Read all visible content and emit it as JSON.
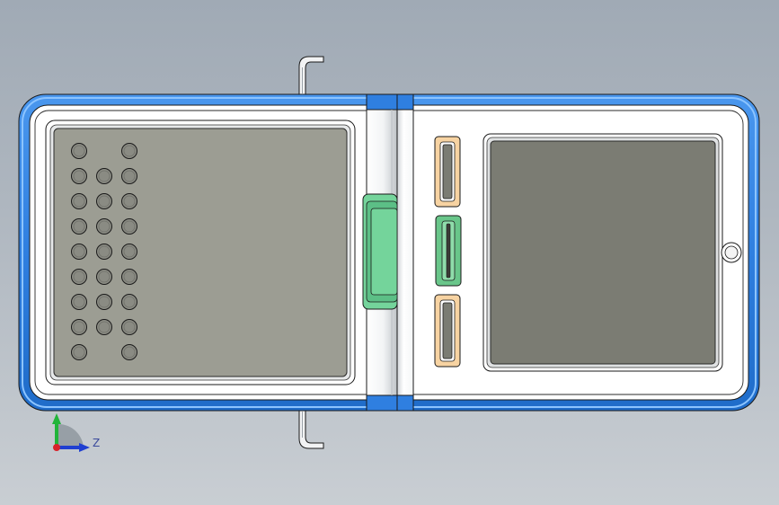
{
  "viewport": {
    "background": "#a9b2bc"
  },
  "colors": {
    "outline": "#1a1a1a",
    "frame_blue": "#2f7fe0",
    "frame_blue_light": "#6fb6ff",
    "body_white": "#ffffff",
    "bevel_grey": "#d8dcdf",
    "panel_left": "#9c9d93",
    "panel_right": "#7b7c73",
    "clip_green": "#74d49b",
    "slot_orange": "#f7d3a2",
    "slot_green": "#69c68a",
    "hole_grey": "#8a8b83"
  },
  "grid": {
    "hole_rows": [
      [
        1,
        0,
        1
      ],
      [
        1,
        1,
        1
      ],
      [
        1,
        1,
        1
      ],
      [
        1,
        1,
        1
      ],
      [
        1,
        1,
        1
      ],
      [
        1,
        1,
        1
      ],
      [
        1,
        1,
        1
      ],
      [
        1,
        1,
        1
      ],
      [
        1,
        0,
        1
      ]
    ]
  },
  "slots": [
    {
      "name": "top-slot",
      "color": "slot_orange"
    },
    {
      "name": "middle-slot",
      "color": "slot_green"
    },
    {
      "name": "bottom-slot",
      "color": "slot_orange"
    }
  ],
  "triad": {
    "z_label": "Z"
  }
}
